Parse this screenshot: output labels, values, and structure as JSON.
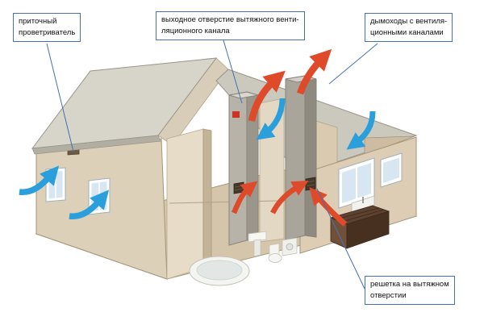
{
  "colors": {
    "intake": "#2b9fdc",
    "exhaust": "#df4a2b",
    "callout": "#4472b0"
  },
  "callouts": {
    "supply_vent": {
      "lines": [
        "приточный",
        "проветриватель"
      ]
    },
    "exhaust_outlet": {
      "lines": [
        "выходное отверстие вытяжного венти-",
        "ляционного канала"
      ]
    },
    "chimneys": {
      "lines": [
        "дымоходы с вентиля-",
        "ционными каналами"
      ]
    },
    "grille": {
      "lines": [
        "решетка на вытяжном",
        "отверстии"
      ]
    }
  }
}
